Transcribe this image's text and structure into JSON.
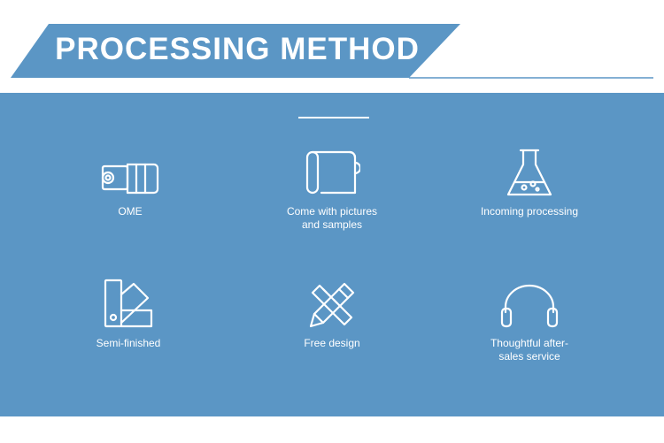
{
  "header": {
    "title": "PROCESSING METHOD"
  },
  "colors": {
    "accent": "#5b96c5",
    "panel": "#5b96c5",
    "text_on_accent": "#ffffff"
  },
  "features": [
    {
      "label": "OME",
      "icon": "fabric-roll-icon"
    },
    {
      "label": "Come with pictures\nand samples",
      "icon": "scroll-icon"
    },
    {
      "label": "Incoming processing",
      "icon": "flask-icon"
    },
    {
      "label": "Semi-finished",
      "icon": "swatch-fan-icon"
    },
    {
      "label": "Free design",
      "icon": "pencil-ruler-icon"
    },
    {
      "label": "Thoughtful after-\nsales service",
      "icon": "headset-icon"
    }
  ]
}
